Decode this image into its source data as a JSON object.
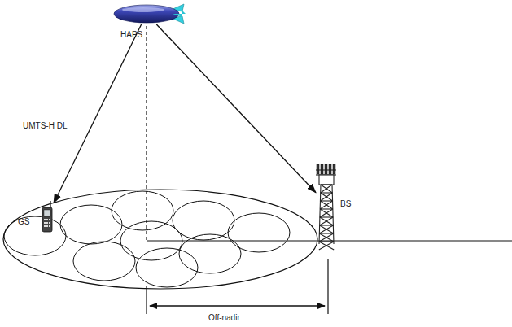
{
  "diagram": {
    "nodes": [
      {
        "text": [
          "HAPS"
        ]
      },
      {
        "text": [
          "GS"
        ]
      },
      {
        "text": [
          "BS"
        ]
      }
    ],
    "edges": [
      {
        "from": 0,
        "to": 1,
        "arrow": "to",
        "label": "UMTS-H DL"
      },
      {
        "from": 0,
        "to": 2,
        "arrow": "to"
      }
    ],
    "labels": [
      "Off-nadir"
    ]
  }
}
